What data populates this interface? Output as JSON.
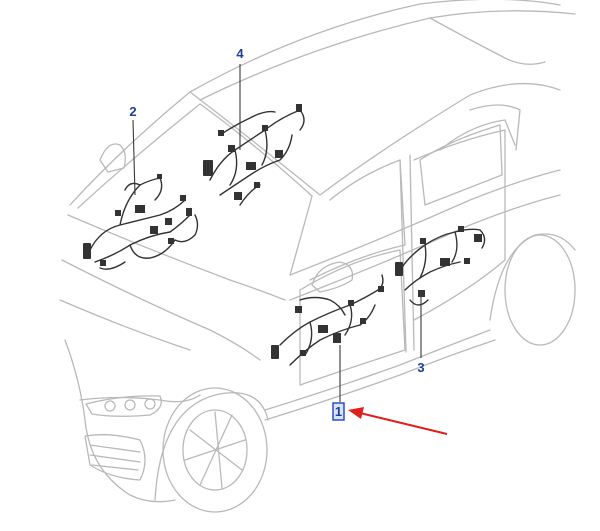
{
  "callouts": [
    {
      "id": "1",
      "label": "1",
      "highlighted": true
    },
    {
      "id": "2",
      "label": "2"
    },
    {
      "id": "3",
      "label": "3"
    },
    {
      "id": "4",
      "label": "4"
    }
  ],
  "colors": {
    "outline": "#b9b9b9",
    "harness": "#333333",
    "callout_text": "#1f3f99",
    "leader": "#3a3a3a",
    "highlight_box": "#1f3fd1",
    "highlight_fill": "#d9e4ff",
    "arrow": "#e0201a"
  }
}
